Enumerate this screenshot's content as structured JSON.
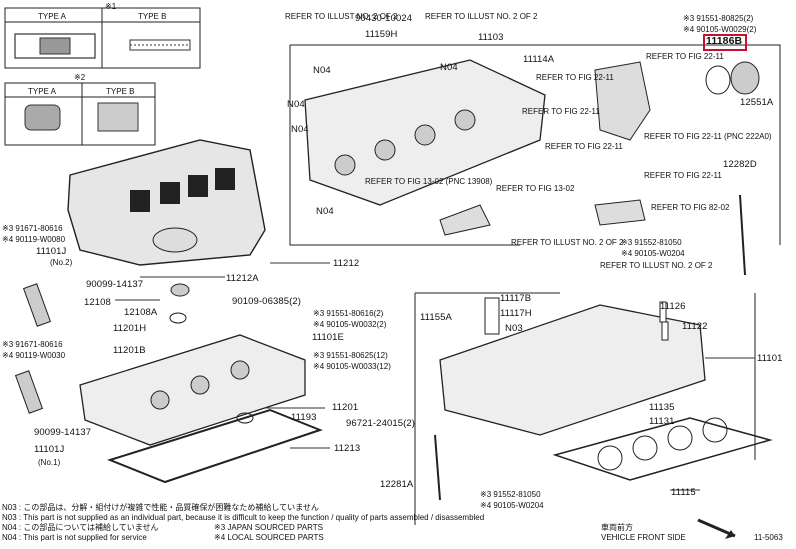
{
  "insets": {
    "top_a": "TYPE A",
    "top_b": "TYPE B",
    "mark1": "※1",
    "mid_a": "TYPE A",
    "mid_b": "TYPE B",
    "mark2": "※2"
  },
  "labels": {
    "ref_illust_1": "REFER TO ILLUST NO. 2 OF 2",
    "p90430_10024": "90430-10024",
    "p11159H": "11159H",
    "ref_illust_2": "REFER TO ILLUST NO. 2 OF 2",
    "p11103": "11103",
    "p11114A": "11114A",
    "n04_a": "N04",
    "n04_b": "N04",
    "n04_c": "N04",
    "n04_d": "N04",
    "n04_e": "N04",
    "ref_22_11_a": "REFER TO FIG 22-11",
    "ref_22_11_b": "REFER TO FIG 22-11",
    "ref_22_11_c": "REFER TO FIG 22-11",
    "ref_22_11_d": "REFER TO FIG 22-11",
    "ref_22_11_e": "REFER TO FIG 22-11 (PNC 222A0)",
    "ref_22_11_f": "REFER TO FIG 22-11",
    "ref_82_02": "REFER TO FIG 82-02",
    "ref_13_02_a": "REFER TO FIG 13-02 (PNC 13908)",
    "ref_13_02_b": "REFER TO FIG 13-02",
    "p91551_80825": "※3 91551-80825(2)",
    "p90105_w0029": "※4 90105-W0029(2)",
    "p11186B": "11186B",
    "p12551A": "12551A",
    "p12282D": "12282D",
    "p91552_81050": "※3 91552-81050",
    "p90105_w0204_a": "※4 90105-W0204",
    "ref_illust_3": "REFER TO ILLUST NO. 2 OF 2",
    "ref_illust_4": "REFER TO ILLUST NO. 2 OF 2",
    "p91671_80616_a": "※3 91671-80616",
    "p90119_w0080": "※4 90119-W0080",
    "p11101J_a": "11101J",
    "no2": "(No.2)",
    "p90099_14137_a": "90099-14137",
    "p12108": "12108",
    "p12108A": "12108A",
    "p11201H": "11201H",
    "p11201B": "11201B",
    "p91671_80616_b": "※3 91671-80616",
    "p90119_w0030": "※4 90119-W0030",
    "p90099_14137_b": "90099-14137",
    "p11101J_b": "11101J",
    "no1": "(No.1)",
    "p11212A": "11212A",
    "p11212": "11212",
    "p90109_06385": "90109-06385(2)",
    "p91551_80616": "※3 91551-80616(2)",
    "p90105_w0032": "※4 90105-W0032(2)",
    "p11101E": "11101E",
    "p91551_80625": "※3 91551-80625(12)",
    "p90105_w0033": "※4 90105-W0033(12)",
    "p11201": "11201",
    "p11193": "11193",
    "p96721_24015": "96721-24015(2)",
    "p11213": "11213",
    "p11117B": "11117B",
    "p11117H": "11117H",
    "p11155A": "11155A",
    "n03": "N03",
    "p11126": "11126",
    "p11122": "11122",
    "p11101": "11101",
    "p11135": "11135",
    "p11131": "11131",
    "p12281A": "12281A",
    "p91552_81050_b": "※3 91552-81050",
    "p90105_w0204_b": "※4 90105-W0204",
    "p11115": "11115"
  },
  "footer": {
    "line1": "N03 : この部品は、分解・組付けが複雑で性能・品質確保が困難なため補給していません",
    "line2": "N03 : This part is not supplied as an individual part, because it is difficult to keep the function / quality of parts assembled / disassembled",
    "line3": "N04 : この部品については補給していません",
    "line4": "N04 : This part is not supplied for service",
    "line5": "※3 JAPAN SOURCED PARTS",
    "line6": "※4 LOCAL SOURCED PARTS",
    "front_jp": "車両前方",
    "front_en": "VEHICLE FRONT SIDE",
    "code": "11-5063"
  }
}
